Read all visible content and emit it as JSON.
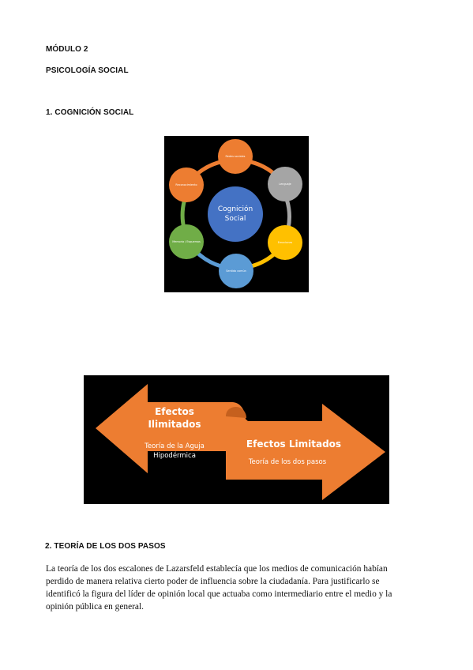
{
  "headings": {
    "module": "MÓDULO 2",
    "subject": "PSICOLOGÍA SOCIAL",
    "section1": "1. COGNICIÓN SOCIAL",
    "section2": "2. TEORÍA DE LOS DOS PASOS"
  },
  "cognition_diagram": {
    "center_line1": "Cognición",
    "center_line2": "Social",
    "nodes": [
      {
        "label": "Redes sociales",
        "color": "#ED7D31"
      },
      {
        "label": "Lenguaje",
        "color": "#A5A5A5"
      },
      {
        "label": "Emociones",
        "color": "#FFC000"
      },
      {
        "label": "Sentido común",
        "color": "#5B9BD5"
      },
      {
        "label": "Memoria / Esquemas",
        "color": "#70AD47"
      },
      {
        "label": "Reconocimiento",
        "color": "#ED7D31"
      }
    ],
    "center_color": "#4472C4"
  },
  "effects_diagram": {
    "left_title_line1": "Efectos",
    "left_title_line2": "Ilimitados",
    "left_sub_line1": "Teoría de la Aguja",
    "left_sub_line2": "Hipodérmica",
    "right_title": "Efectos Limitados",
    "right_sub": "Teoría de los dos pasos",
    "arrow_color": "#ED7D31"
  },
  "paragraph": {
    "line1": "La teoría de los dos escalones de Lazarsfeld establecía que los medios de comunicación habían",
    "line2": "perdido de manera relativa cierto poder de influencia sobre la ciudadanía. Para justificarlo se",
    "line3": "identificó la figura del líder de opinión local que actuaba como intermediario entre el medio y la",
    "line4": "opinión pública en general."
  }
}
